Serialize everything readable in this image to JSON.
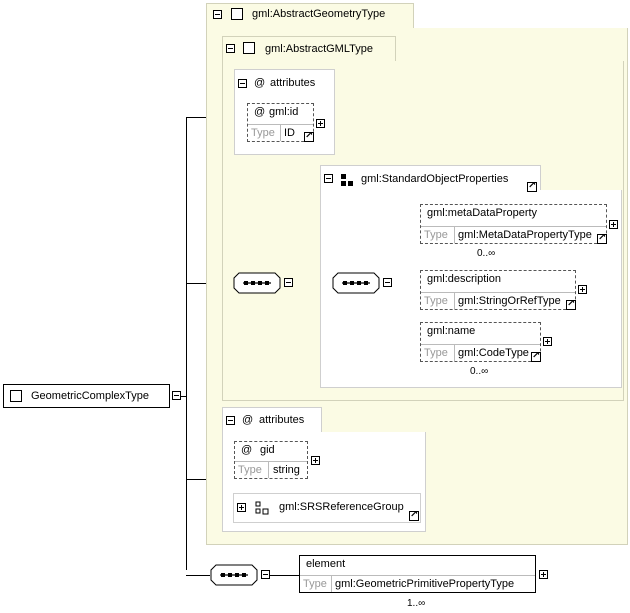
{
  "root": {
    "label": "GeometricComplexType"
  },
  "abstract_geometry": {
    "title": "gml:AbstractGeometryType"
  },
  "abstract_gml": {
    "title": "gml:AbstractGMLType"
  },
  "gml_attributes": {
    "title": "attributes",
    "id": {
      "name": "gml:id",
      "type_label": "Type",
      "type": "ID"
    }
  },
  "standard_props": {
    "title": "gml:StandardObjectProperties",
    "metadata": {
      "name": "gml:metaDataProperty",
      "type_label": "Type",
      "type": "gml:MetaDataPropertyType",
      "card": "0..∞"
    },
    "description": {
      "name": "gml:description",
      "type_label": "Type",
      "type": "gml:StringOrRefType"
    },
    "name": {
      "name": "gml:name",
      "type_label": "Type",
      "type": "gml:CodeType",
      "card": "0..∞"
    }
  },
  "type_attributes": {
    "title": "attributes",
    "gid": {
      "name": "gid",
      "type_label": "Type",
      "type": "string"
    },
    "srs_group": "gml:SRSReferenceGroup"
  },
  "element": {
    "name": "element",
    "type_label": "Type",
    "type": "gml:GeometricPrimitivePropertyType",
    "card": "1..∞"
  },
  "attr_symbol": "@"
}
